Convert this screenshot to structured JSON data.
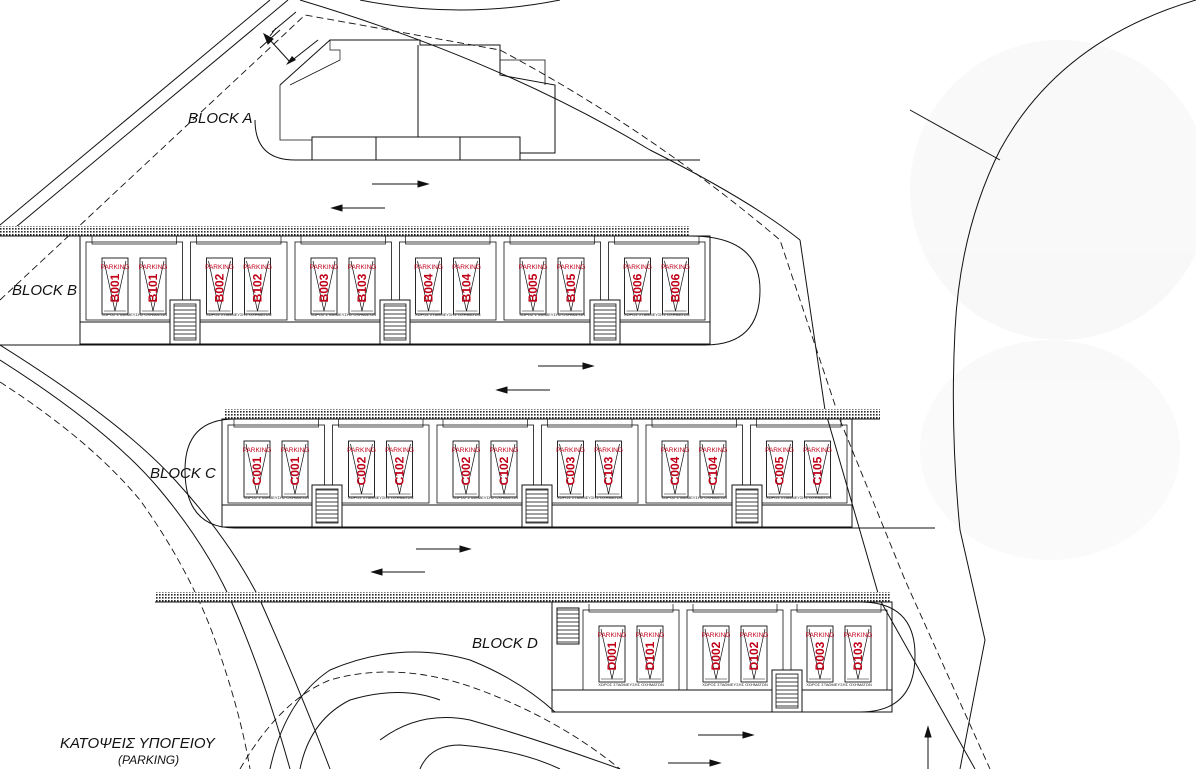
{
  "blocks": {
    "a": {
      "label": "BLOCK A"
    },
    "b": {
      "label": "BLOCK B",
      "spaces": [
        "B001",
        "B101",
        "B002",
        "B102",
        "B003",
        "B103",
        "B004",
        "B104",
        "B005",
        "B105",
        "B006",
        "B006"
      ]
    },
    "c": {
      "label": "BLOCK C",
      "spaces": [
        "C001",
        "C001",
        "C002",
        "C102",
        "C002",
        "C102",
        "C003",
        "C103",
        "C004",
        "C104",
        "C005",
        "C105"
      ]
    },
    "d": {
      "label": "BLOCK D",
      "spaces": [
        "D001",
        "D101",
        "D002",
        "D102",
        "D003",
        "D103"
      ]
    }
  },
  "parking_label": "PARKING",
  "storage_note": "ΧΩΡΟΣ ΣΤΑΘΜΕΥΣΗΣ ΟΧΗΜΑΤΩΝ",
  "title": {
    "main": "ΚΑΤΟΨΕΙΣ ΥΠΟΓΕΙΟΥ",
    "sub": "(PARKING)"
  }
}
